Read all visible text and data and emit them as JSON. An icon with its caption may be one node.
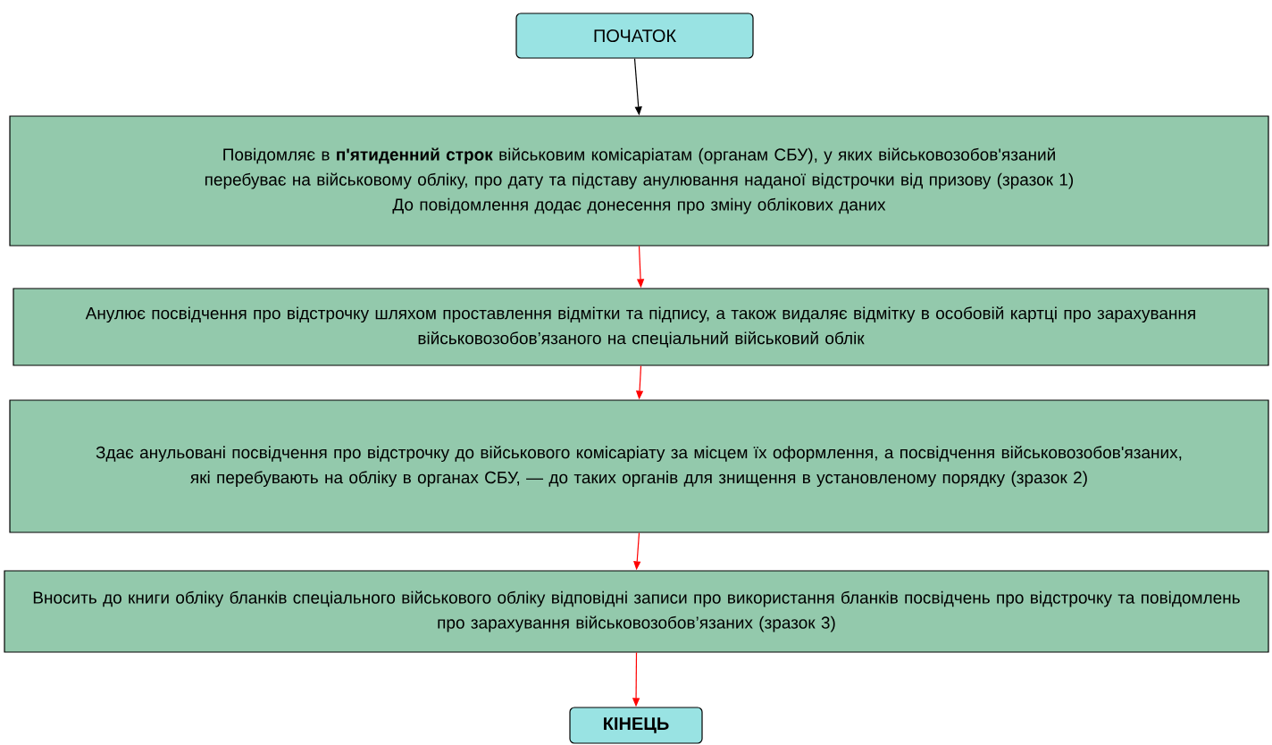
{
  "diagram": {
    "nodes": [
      {
        "text": [
          "ПОЧАТОК"
        ]
      },
      {
        "text": [
          "Повідомляє в **п'ятиденний строк** військовим комісаріатам (органам СБУ), у яких військовозобов'язаний перебуває на військовому обліку, про дату та підставу анулювання наданої відстрочки від призову (зразок 1)",
          "До повідомлення додає донесення про зміну облікових даних"
        ]
      },
      {
        "text": [
          "Анулює посвідчення про відстрочку шляхом проставлення відмітки та підпису, а також видаляє відмітку в особовій картці про зарахування військовозобов’язаного на спеціальний військовий облік"
        ]
      },
      {
        "text": [
          "Здає анульовані посвідчення про відстрочку до військового комісаріату за місцем їх оформлення, а посвідчення військовозобов'язаних, які перебувають на обліку в органах СБУ, — до таких органів для знищення в установленому порядку (зразок 2)"
        ]
      },
      {
        "text": [
          "Вносить до книги обліку бланків спеціального військового обліку відповідні записи про використання бланків посвідчень про відстрочку та повідомлень про зарахування військовозобов’язаних (зразок 3)"
        ]
      },
      {
        "text": [
          "КІНЕЦЬ"
        ]
      }
    ],
    "edges": [
      {
        "from": 0,
        "to": 1,
        "arrow": "to",
        "color": "#000000"
      },
      {
        "from": 1,
        "to": 2,
        "arrow": "to"
      },
      {
        "from": 2,
        "to": 3,
        "arrow": "to"
      },
      {
        "from": 3,
        "to": 4,
        "arrow": "to"
      },
      {
        "from": 4,
        "to": 5,
        "arrow": "to"
      }
    ]
  }
}
